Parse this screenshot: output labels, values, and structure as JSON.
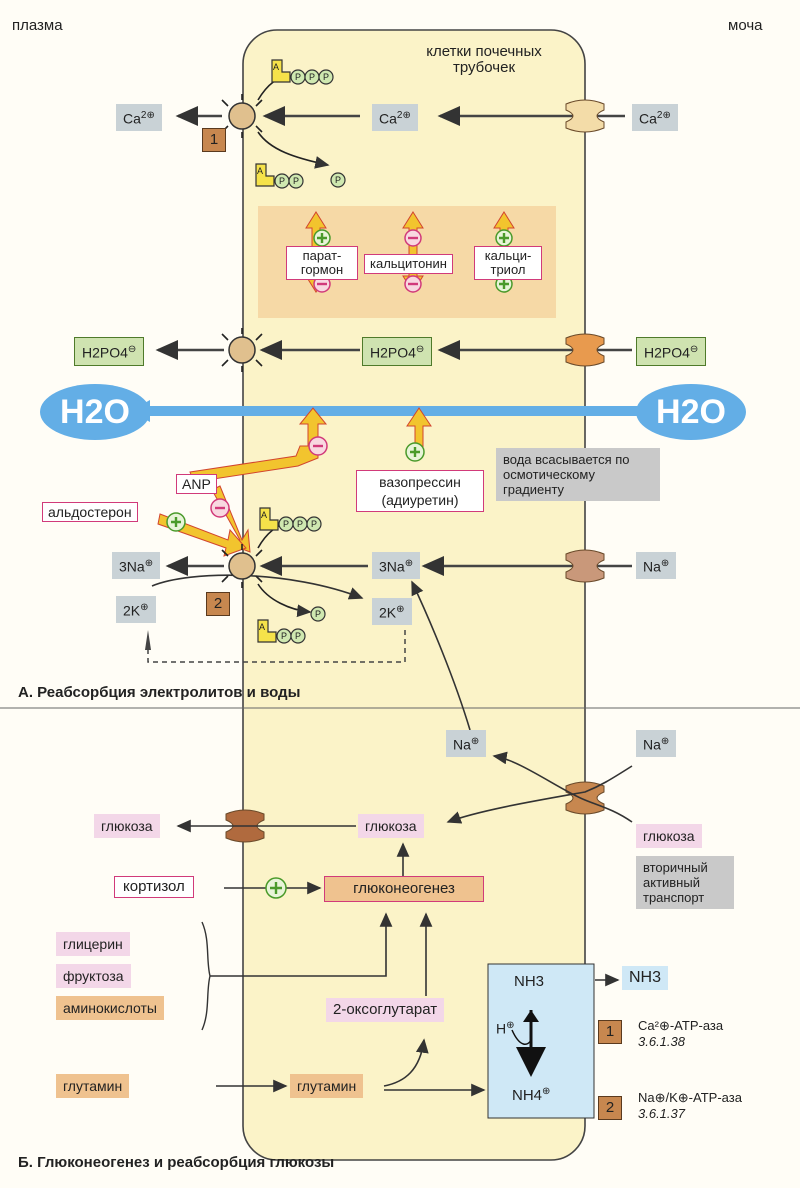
{
  "labels": {
    "plasma": "плазма",
    "urine": "моча",
    "cells": "клетки почечных трубочек"
  },
  "sections": {
    "a": "А. Реабсорбция электролитов и воды",
    "b": "Б. Глюконеогенез и реабсорбция глюкозы"
  },
  "ions": {
    "ca": "Ca",
    "h2po4": "H2PO4",
    "na3": "3Na",
    "k2": "2K",
    "na": "Na",
    "nh3": "NH3",
    "nh4": "NH4",
    "h": "H",
    "h2o": "H2O"
  },
  "atp": {
    "adenine": "A",
    "p": "P"
  },
  "hormones": {
    "parathormone": "парат-гормон",
    "calcitonin": "кальцитонин",
    "calcitriol": "кальци-триол",
    "anp": "ANP",
    "aldosterone": "альдостерон",
    "vasopressin_line1": "вазопрессин",
    "vasopressin_line2": "(адиуретин)",
    "cortisol": "кортизол"
  },
  "notes": {
    "water": "вода всасывается по осмотическому градиенту",
    "secondary": "вторичный активный транспорт"
  },
  "metabolites": {
    "glucose": "глюкоза",
    "gluconeogenesis": "глюконеогенез",
    "glycerol": "глицерин",
    "fructose": "фруктоза",
    "amino_acids": "аминокислоты",
    "oxoglutarate": "2-оксоглутарат",
    "glutamine": "глутамин"
  },
  "legend": [
    {
      "num": "1",
      "name": "Ca²⊕-ATP-аза",
      "ec": "3.6.1.38"
    },
    {
      "num": "2",
      "name": "Na⊕/K⊕-ATP-аза",
      "ec": "3.6.1.37"
    }
  ],
  "colors": {
    "cell": "#fbf3c8",
    "water": "#63aee6",
    "hormone_panel": "#f6d9a6",
    "arrow_yellow": "#f2c42e",
    "enzyme_box": "#c7874f"
  }
}
